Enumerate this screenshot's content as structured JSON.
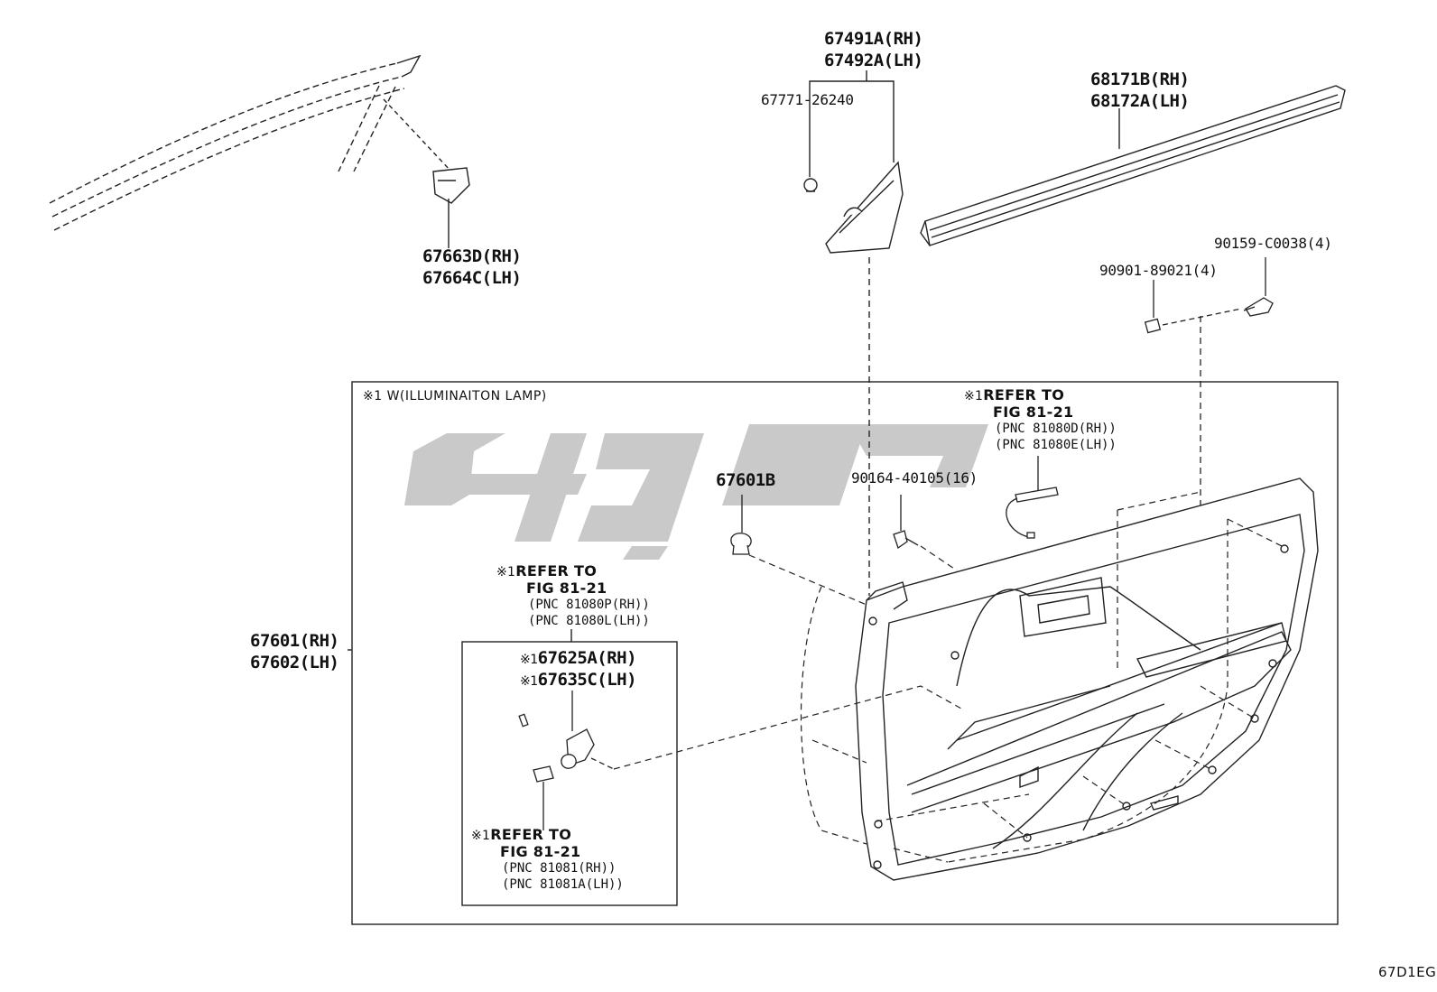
{
  "parts": {
    "p67491": "67491A(RH)",
    "p67492": "67492A(LH)",
    "p67771": "67771-26240",
    "p68171": "68171B(RH)",
    "p68172": "68172A(LH)",
    "p67663": "67663D(RH)",
    "p67664": "67664C(LH)",
    "p90159": "90159-C0038(4)",
    "p90901": "90901-89021(4)",
    "p67601b": "67601B",
    "p90164": "90164-40105(16)",
    "p67601": "67601(RH)",
    "p67602": "67602(LH)",
    "p67625": "67625A(RH)",
    "p67635": "67635C(LH)"
  },
  "note_main": "※1 W(ILLUMINAITON LAMP)",
  "mark": "※1",
  "ref_top": {
    "line1": "REFER TO",
    "line2": "FIG 81-21",
    "line3": "(PNC 81080D(RH))",
    "line4": "(PNC 81080E(LH))"
  },
  "ref_left": {
    "line1": "REFER TO",
    "line2": "FIG 81-21",
    "line3": "(PNC 81080P(RH))",
    "line4": "(PNC 81080L(LH))"
  },
  "ref_bottom": {
    "line1": "REFER TO",
    "line2": "FIG 81-21",
    "line3": "(PNC 81081(RH))",
    "line4": "(PNC 81081A(LH))"
  },
  "diagram_code": "67D1EG",
  "colors": {
    "line": "#111111",
    "watermark": "#c8c8c8"
  }
}
